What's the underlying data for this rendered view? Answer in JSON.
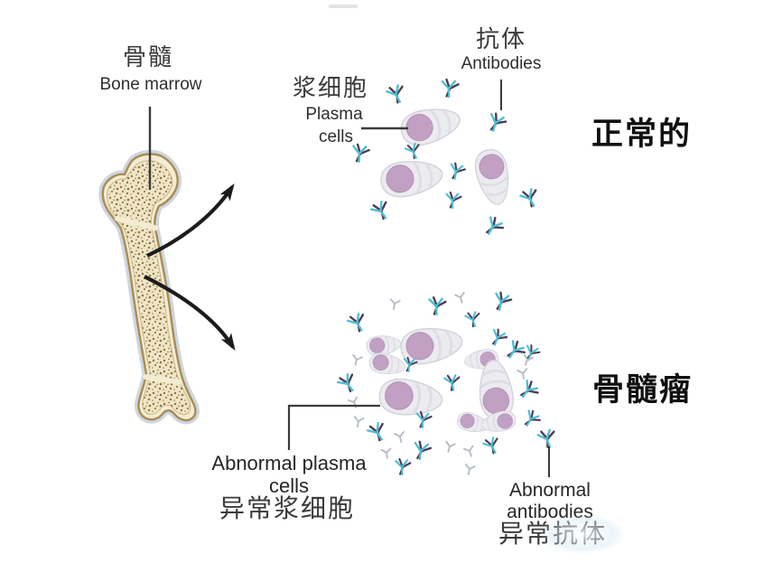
{
  "colors": {
    "ink": "#2f2f2f",
    "title_ink": "#101010",
    "leader": "#3b3b3b",
    "arrow": "#1c1c1c",
    "bone_halo": "#c9d1dc",
    "bone_fill": "#f3ecd2",
    "bone_outline": "#a98c55",
    "marrow_bg": "#f0e5c6",
    "marrow_speckle": "#8c7444",
    "cell_body": "#ebebf0",
    "cell_outline": "#d3d3dc",
    "cell_band": "#d9d9e0",
    "cell_nucleus": "#c2a0c4",
    "cell_nucleus_edge": "#b291b4",
    "antibody_cyan": "#4fbdd4",
    "antibody_dark": "#4d3c55",
    "antibody_gray": "#b6bcc4",
    "watermark_gray": "#dcdcdc"
  },
  "sections": {
    "bone": {
      "label_zh": "骨髓",
      "label_en": "Bone marrow"
    },
    "normal": {
      "title_zh": "正常的",
      "plasma_label_zh": "浆细胞",
      "plasma_label_en_1": "Plasma",
      "plasma_label_en_2": "cells",
      "antibody_label_zh": "抗体",
      "antibody_label_en": "Antibodies"
    },
    "myeloma": {
      "title_zh": "骨髓瘤",
      "abnormal_cells_en_1": "Abnormal plasma",
      "abnormal_cells_en_2": "cells",
      "abnormal_cells_zh": "异常浆细胞",
      "abnormal_ab_en_1": "Abnormal",
      "abnormal_ab_en_2": "antibodies",
      "abnormal_ab_zh": "异常抗体"
    }
  }
}
